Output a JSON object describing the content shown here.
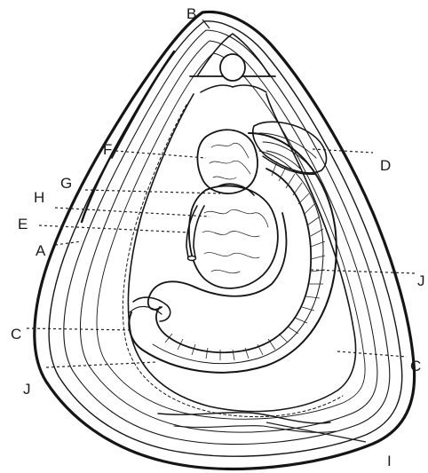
{
  "labels": {
    "b": "B",
    "f": "F",
    "d": "D",
    "g": "G",
    "h": "H",
    "e": "E",
    "a": "A",
    "j_right": "J",
    "c_left": "C",
    "c_right": "C",
    "j_left": "J",
    "i": "I"
  }
}
